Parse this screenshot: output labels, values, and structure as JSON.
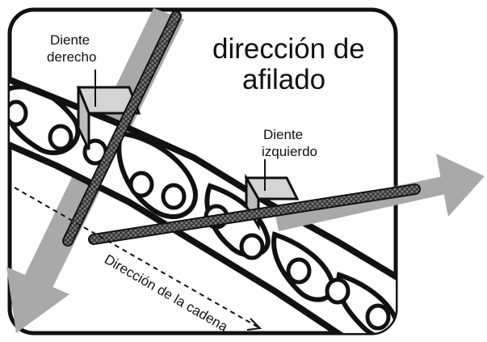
{
  "title": {
    "line1": "dirección de",
    "line2": "afilado"
  },
  "labels": {
    "right_tooth": {
      "line1": "Diente",
      "line2": "derecho"
    },
    "left_tooth": {
      "line1": "Diente",
      "line2": "izquierdo"
    },
    "chain_direction": "Dirección de la cadena"
  },
  "colors": {
    "frame": "#111111",
    "arrow": "#a7a7a7",
    "chain": "#111111",
    "tooth": "#d4d4d4",
    "file": "#6e6e6e"
  },
  "icons": [
    "file-rod",
    "chain",
    "cutting-tooth",
    "direction-arrow"
  ]
}
